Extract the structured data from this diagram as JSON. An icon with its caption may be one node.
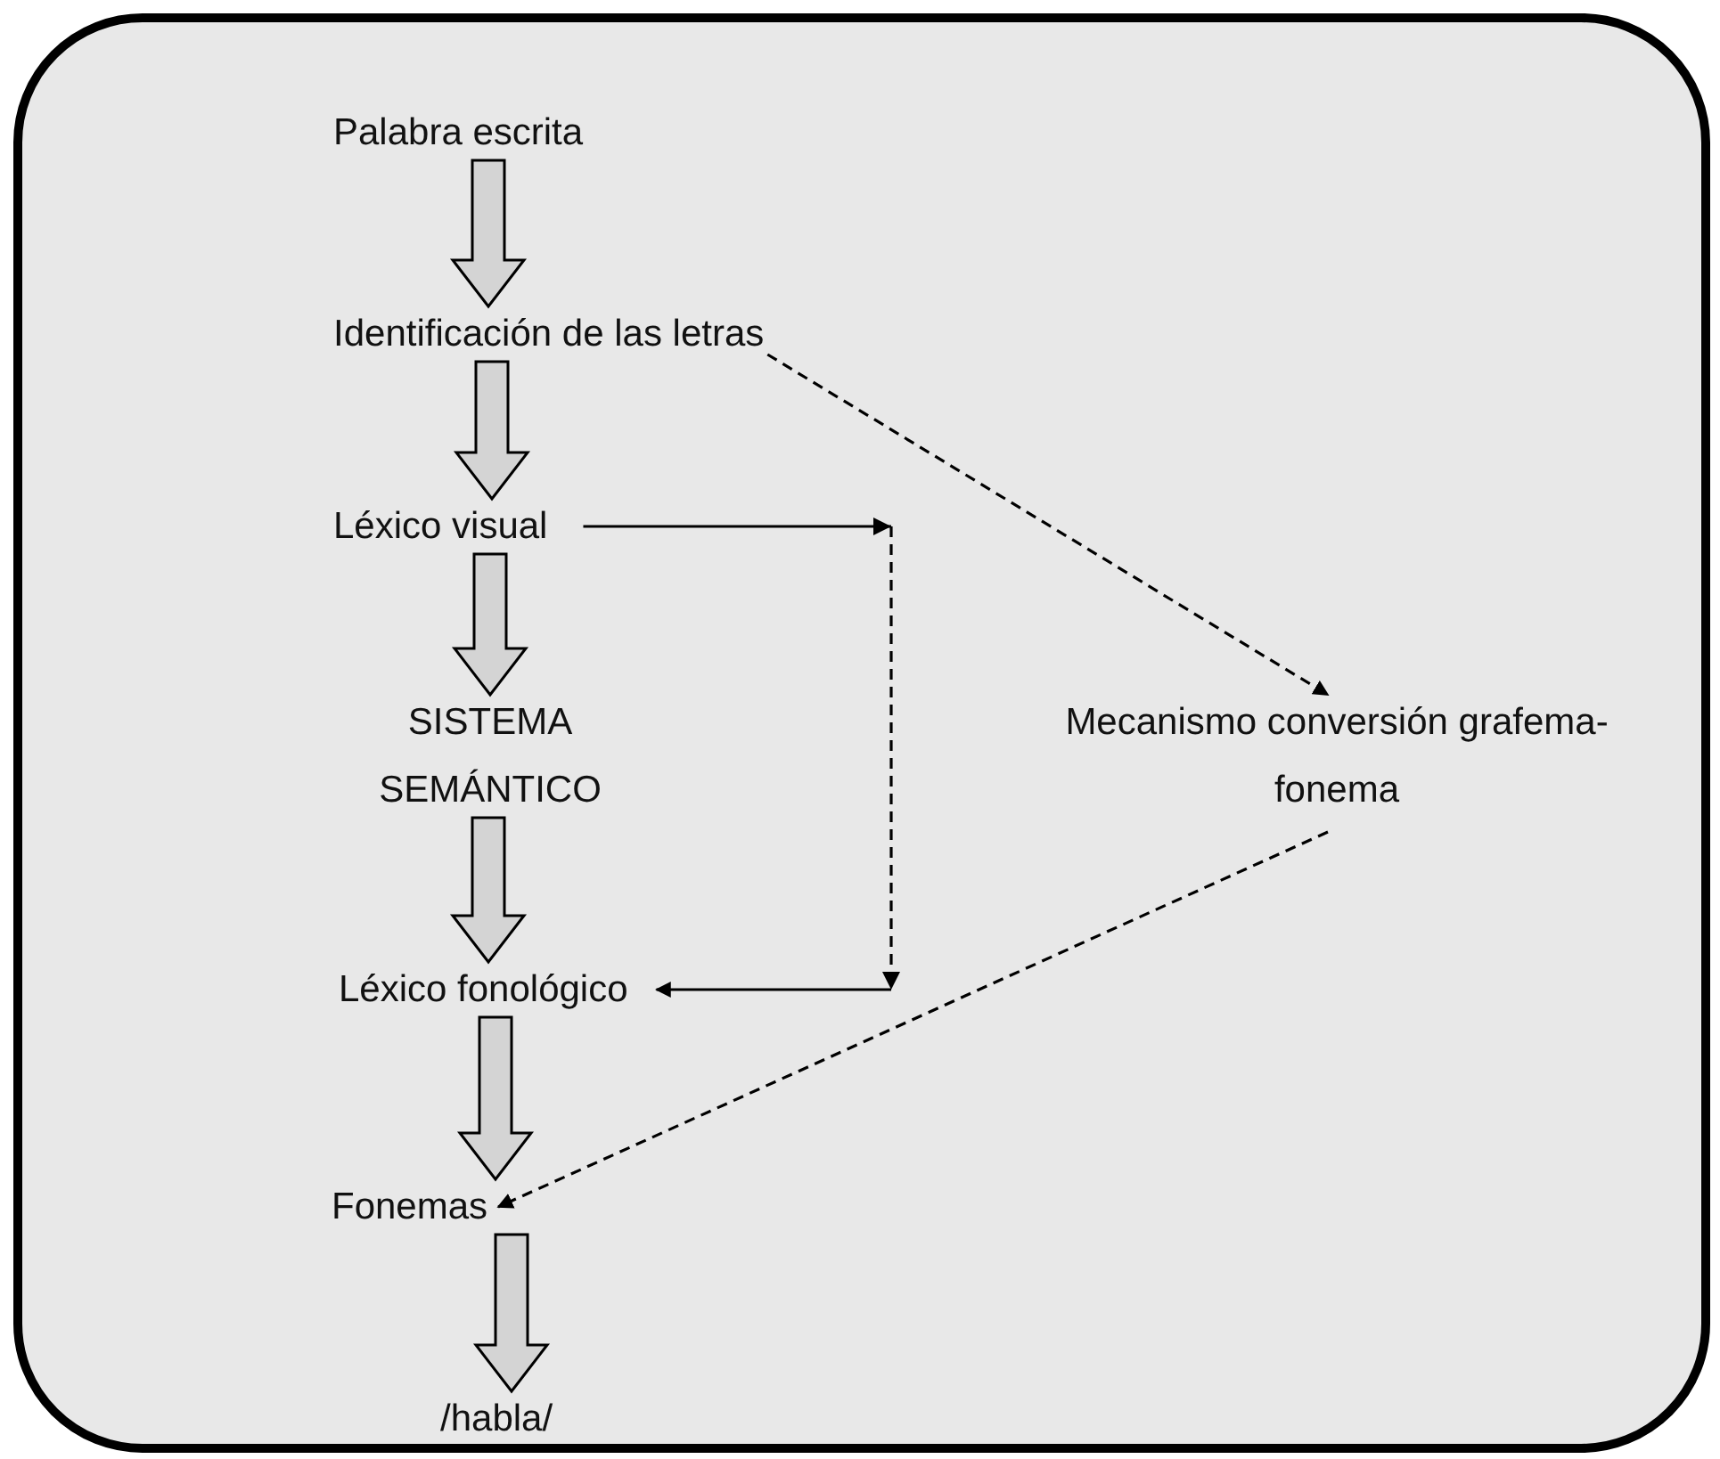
{
  "diagram": {
    "nodes": [
      {
        "text": [
          "Palabra escrita"
        ]
      },
      {
        "text": [
          "Identificación de las letras"
        ]
      },
      {
        "text": [
          "Léxico visual"
        ]
      },
      {
        "text": [
          "SISTEMA SEMÁNTICO"
        ]
      },
      {
        "text": [
          "Léxico fonológico"
        ]
      },
      {
        "text": [
          "Fonemas"
        ]
      },
      {
        "text": [
          "/habla/"
        ]
      },
      {
        "text": [
          "Mecanismo conversión grafema-fonema"
        ]
      }
    ],
    "edges": [
      {
        "from": 0,
        "to": 1,
        "arrow": "to",
        "style": "thick"
      },
      {
        "from": 1,
        "to": 2,
        "arrow": "to",
        "style": "thick"
      },
      {
        "from": 2,
        "to": 3,
        "arrow": "to",
        "style": "thick"
      },
      {
        "from": 3,
        "to": 4,
        "arrow": "to",
        "style": "thick"
      },
      {
        "from": 4,
        "to": 5,
        "arrow": "to",
        "style": "thick"
      },
      {
        "from": 5,
        "to": 6,
        "arrow": "to",
        "style": "thick"
      },
      {
        "from": 1,
        "to": 7,
        "arrow": "to",
        "style": "dashed"
      },
      {
        "from": 2,
        "to": 4,
        "arrow": "to"
      },
      {
        "from": 7,
        "to": 5,
        "arrow": "to",
        "style": "dashed"
      }
    ]
  }
}
